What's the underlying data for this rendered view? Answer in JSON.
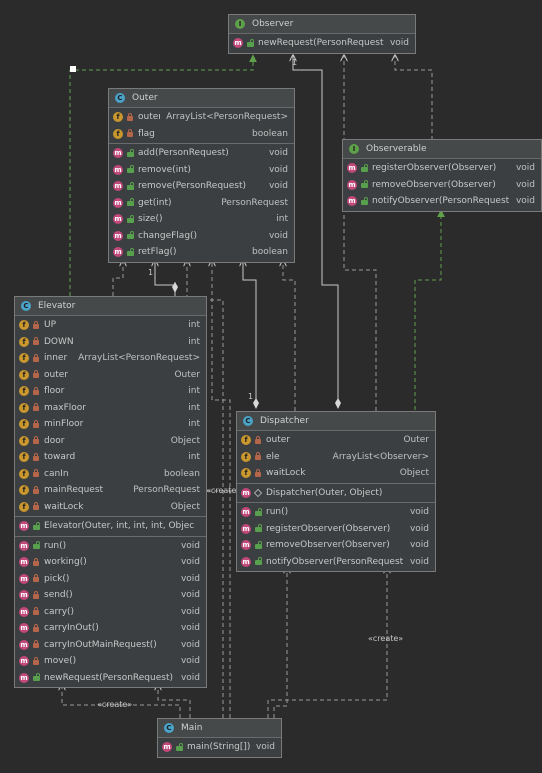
{
  "classes": {
    "observer": {
      "kind": "I",
      "title": "Observer",
      "members": [
        [
          {
            "badge": "m",
            "vis": "pub",
            "name": "newRequest(PersonRequest)",
            "type": "void"
          }
        ]
      ]
    },
    "outer": {
      "kind": "C",
      "title": "Outer",
      "members": [
        [
          {
            "badge": "f",
            "vis": "lock",
            "name": "outer",
            "type": "ArrayList<PersonRequest>"
          },
          {
            "badge": "f",
            "vis": "lock",
            "name": "flag",
            "type": "boolean"
          }
        ],
        [
          {
            "badge": "m",
            "vis": "pub",
            "name": "add(PersonRequest)",
            "type": "void"
          },
          {
            "badge": "m",
            "vis": "pub",
            "name": "remove(int)",
            "type": "void"
          },
          {
            "badge": "m",
            "vis": "pub",
            "name": "remove(PersonRequest)",
            "type": "void"
          },
          {
            "badge": "m",
            "vis": "pub",
            "name": "get(int)",
            "type": "PersonRequest"
          },
          {
            "badge": "m",
            "vis": "pub",
            "name": "size()",
            "type": "int"
          },
          {
            "badge": "m",
            "vis": "pub",
            "name": "changeFlag()",
            "type": "void"
          },
          {
            "badge": "m",
            "vis": "pub",
            "name": "retFlag()",
            "type": "boolean"
          }
        ]
      ]
    },
    "observerable": {
      "kind": "I",
      "title": "Observerable",
      "members": [
        [
          {
            "badge": "m",
            "vis": "pub",
            "name": "registerObserver(Observer)",
            "type": "void"
          },
          {
            "badge": "m",
            "vis": "pub",
            "name": "removeObserver(Observer)",
            "type": "void"
          },
          {
            "badge": "m",
            "vis": "pub",
            "name": "notifyObserver(PersonRequest)",
            "type": "void"
          }
        ]
      ]
    },
    "elevator": {
      "kind": "C",
      "title": "Elevator",
      "members": [
        [
          {
            "badge": "f",
            "vis": "lock",
            "name": "UP",
            "type": "int"
          },
          {
            "badge": "f",
            "vis": "lock",
            "name": "DOWN",
            "type": "int"
          },
          {
            "badge": "f",
            "vis": "lock",
            "name": "inner",
            "type": "ArrayList<PersonRequest>"
          },
          {
            "badge": "f",
            "vis": "lock",
            "name": "outer",
            "type": "Outer"
          },
          {
            "badge": "f",
            "vis": "lock",
            "name": "floor",
            "type": "int"
          },
          {
            "badge": "f",
            "vis": "lock",
            "name": "maxFloor",
            "type": "int"
          },
          {
            "badge": "f",
            "vis": "lock",
            "name": "minFloor",
            "type": "int"
          },
          {
            "badge": "f",
            "vis": "lock",
            "name": "door",
            "type": "Object"
          },
          {
            "badge": "f",
            "vis": "lock",
            "name": "toward",
            "type": "int"
          },
          {
            "badge": "f",
            "vis": "lock",
            "name": "canIn",
            "type": "boolean"
          },
          {
            "badge": "f",
            "vis": "lock",
            "name": "mainRequest",
            "type": "PersonRequest"
          },
          {
            "badge": "f",
            "vis": "lock",
            "name": "waitLock",
            "type": "Object"
          }
        ],
        [
          {
            "badge": "m",
            "vis": "pub",
            "name": "Elevator(Outer, int, int, int, Object)",
            "type": ""
          }
        ],
        [
          {
            "badge": "m",
            "vis": "pub",
            "name": "run()",
            "type": "void"
          },
          {
            "badge": "m",
            "vis": "lock",
            "name": "working()",
            "type": "void"
          },
          {
            "badge": "m",
            "vis": "lock",
            "name": "pick()",
            "type": "void"
          },
          {
            "badge": "m",
            "vis": "lock",
            "name": "send()",
            "type": "void"
          },
          {
            "badge": "m",
            "vis": "lock",
            "name": "carry()",
            "type": "void"
          },
          {
            "badge": "m",
            "vis": "lock",
            "name": "carryInOut()",
            "type": "void"
          },
          {
            "badge": "m",
            "vis": "lock",
            "name": "carryInOutMainRequest()",
            "type": "void"
          },
          {
            "badge": "m",
            "vis": "lock",
            "name": "move()",
            "type": "void"
          },
          {
            "badge": "m",
            "vis": "pub",
            "name": "newRequest(PersonRequest)",
            "type": "void"
          }
        ]
      ]
    },
    "dispatcher": {
      "kind": "C",
      "title": "Dispatcher",
      "members": [
        [
          {
            "badge": "f",
            "vis": "lock",
            "name": "outer",
            "type": "Outer"
          },
          {
            "badge": "f",
            "vis": "lock",
            "name": "ele",
            "type": "ArrayList<Observer>"
          },
          {
            "badge": "f",
            "vis": "lock",
            "name": "waitLock",
            "type": "Object"
          }
        ],
        [
          {
            "badge": "m",
            "vis": "pkg",
            "name": "Dispatcher(Outer, Object)",
            "type": ""
          }
        ],
        [
          {
            "badge": "m",
            "vis": "pub",
            "name": "run()",
            "type": "void"
          },
          {
            "badge": "m",
            "vis": "pub",
            "name": "registerObserver(Observer)",
            "type": "void"
          },
          {
            "badge": "m",
            "vis": "pub",
            "name": "removeObserver(Observer)",
            "type": "void"
          },
          {
            "badge": "m",
            "vis": "pub",
            "name": "notifyObserver(PersonRequest)",
            "type": "void"
          }
        ]
      ]
    },
    "main": {
      "kind": "C",
      "title": "Main",
      "members": [
        [
          {
            "badge": "m",
            "vis": "pub",
            "name": "main(String[])",
            "type": "void"
          }
        ]
      ]
    }
  },
  "labels": {
    "mult_observer": "1",
    "mult_outer_elevator": "1",
    "mult_outer_dispatcher": "1",
    "create_elevator": "«create»",
    "create_main_left": "«create»",
    "create_main_right": "«create»"
  },
  "colors": {
    "class_badge": "#4aa3c9",
    "interface_badge": "#5fa04a",
    "field_badge": "#c9972e",
    "method_badge": "#c0487a",
    "realization": "#5fa04a",
    "dependency": "#9a9a9a",
    "background": "#2b2b2b"
  }
}
